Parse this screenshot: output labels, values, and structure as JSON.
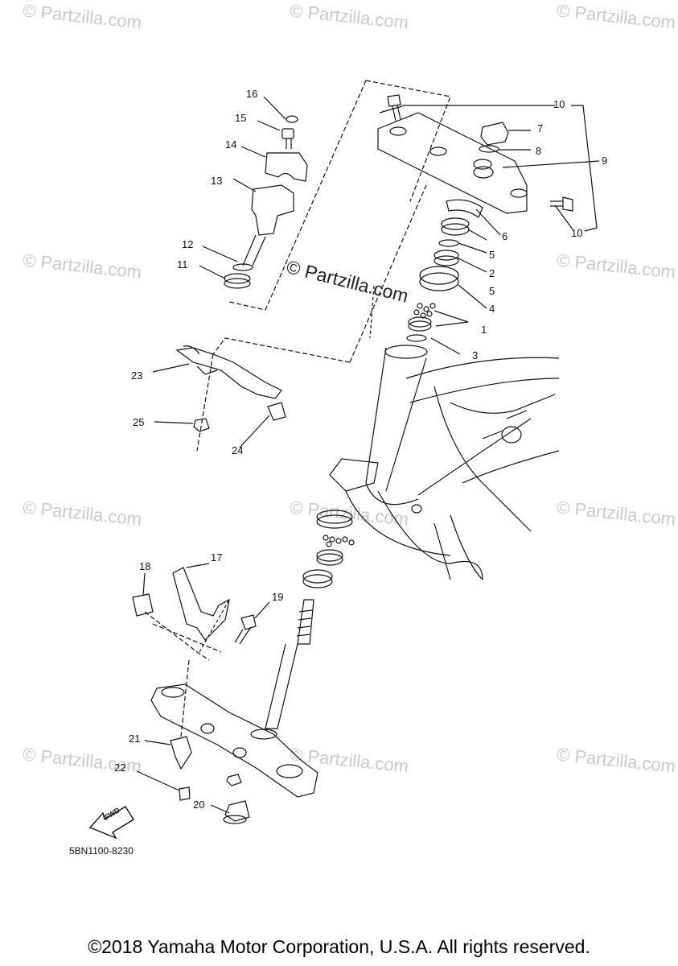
{
  "watermark": {
    "text": "© Partzilla.com"
  },
  "center_mark": "© Partzilla.com",
  "callouts": [
    {
      "id": "c1",
      "label": "1"
    },
    {
      "id": "c2",
      "label": "2"
    },
    {
      "id": "c3",
      "label": "3"
    },
    {
      "id": "c4",
      "label": "4"
    },
    {
      "id": "c5a",
      "label": "5"
    },
    {
      "id": "c5b",
      "label": "5"
    },
    {
      "id": "c6",
      "label": "6"
    },
    {
      "id": "c7",
      "label": "7"
    },
    {
      "id": "c8",
      "label": "8"
    },
    {
      "id": "c9",
      "label": "9"
    },
    {
      "id": "c10a",
      "label": "10"
    },
    {
      "id": "c10b",
      "label": "10"
    },
    {
      "id": "c11",
      "label": "11"
    },
    {
      "id": "c12",
      "label": "12"
    },
    {
      "id": "c13",
      "label": "13"
    },
    {
      "id": "c14",
      "label": "14"
    },
    {
      "id": "c15",
      "label": "15"
    },
    {
      "id": "c16",
      "label": "16"
    },
    {
      "id": "c17",
      "label": "17"
    },
    {
      "id": "c18",
      "label": "18"
    },
    {
      "id": "c19",
      "label": "19"
    },
    {
      "id": "c20",
      "label": "20"
    },
    {
      "id": "c21",
      "label": "21"
    },
    {
      "id": "c22",
      "label": "22"
    },
    {
      "id": "c23",
      "label": "23"
    },
    {
      "id": "c24",
      "label": "24"
    },
    {
      "id": "c25",
      "label": "25"
    }
  ],
  "fwd_label": "FWD",
  "diagram_code": "5BN1100-8230",
  "copyright": "©2018 Yamaha Motor Corporation, U.S.A. All rights reserved."
}
